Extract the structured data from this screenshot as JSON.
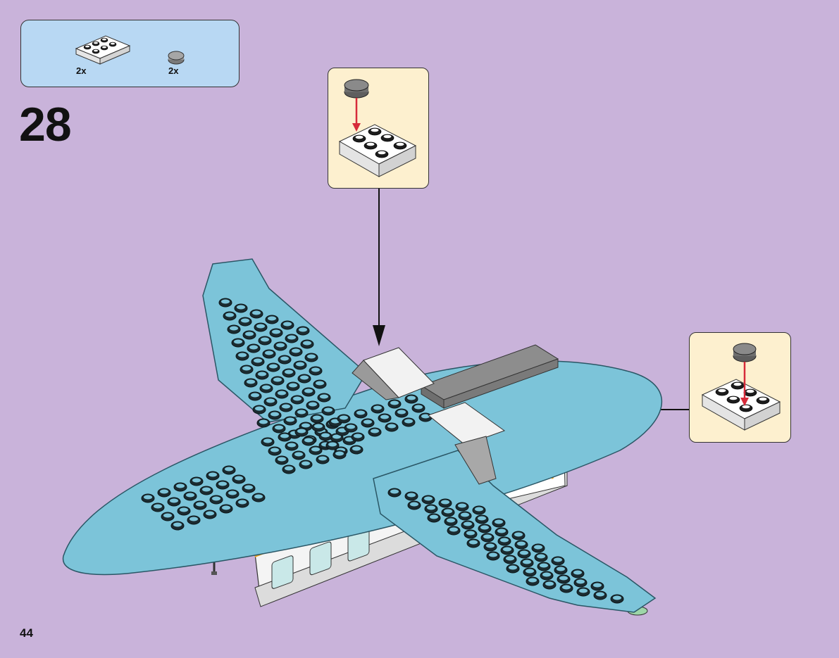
{
  "step": {
    "number": "28"
  },
  "page": {
    "number": "44"
  },
  "parts": [
    {
      "name": "plate-2x3-white",
      "qty": "2x"
    },
    {
      "name": "round-tile-1x1-gray",
      "qty": "2x"
    }
  ],
  "colors": {
    "background": "#c9b3da",
    "parts_box": "#b8d8f3",
    "callout": "#fdf0cf",
    "wing_blue": "#7cc4d9",
    "stud_dark": "#1b2b30",
    "fuselage_white": "#f4f4f4",
    "stripe_orange": "#f0a521",
    "plate_gray": "#8d8d8d",
    "arrow_red": "#d62b3a"
  }
}
